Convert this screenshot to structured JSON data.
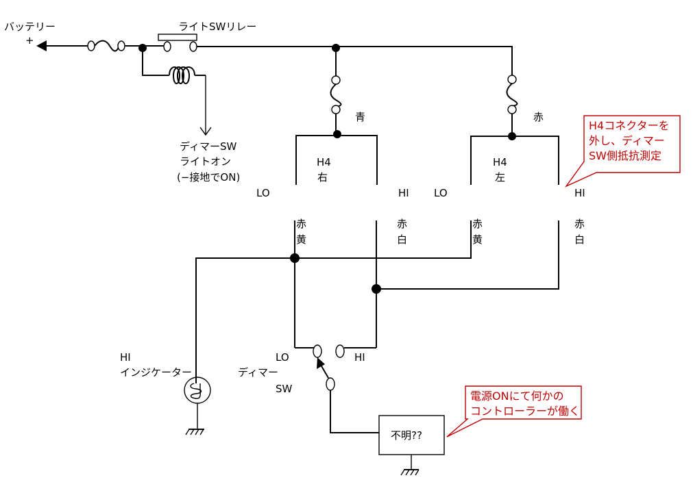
{
  "labels": {
    "battery": "バッテリー",
    "battery_plus": "+",
    "relay": "ライトSWリレー",
    "dimmer_out_1": "ディマーSW",
    "dimmer_out_2": "ライトオン",
    "dimmer_out_3": "(−接地でON)",
    "blue": "青",
    "red": "赤",
    "h4_right_1": "H4",
    "h4_right_2": "右",
    "h4_left_1": "H4",
    "h4_left_2": "左",
    "lo_right": "LO",
    "hi_right": "HI",
    "lo_left": "LO",
    "hi_left": "HI",
    "wire_r_lo_1": "赤",
    "wire_r_lo_2": "黄",
    "wire_r_hi_1": "赤",
    "wire_r_hi_2": "白",
    "wire_l_lo_1": "赤",
    "wire_l_lo_2": "黄",
    "wire_l_hi_1": "赤",
    "wire_l_hi_2": "白",
    "hi_ind_1": "HI",
    "hi_ind_2": "インジケーター",
    "dimmer_sw_1": "ディマー",
    "dimmer_sw_2": "SW",
    "sw_lo": "LO",
    "sw_hi": "HI",
    "unknown": "不明??"
  },
  "callouts": {
    "top_1": "H4コネクターを",
    "top_2": "外し、ディマー",
    "top_3": "SW側抵抗測定",
    "bottom_1": "電源ONにて何かの",
    "bottom_2": "コントローラーが働く"
  },
  "colors": {
    "wire": "#000000",
    "callout": "#c00000"
  }
}
